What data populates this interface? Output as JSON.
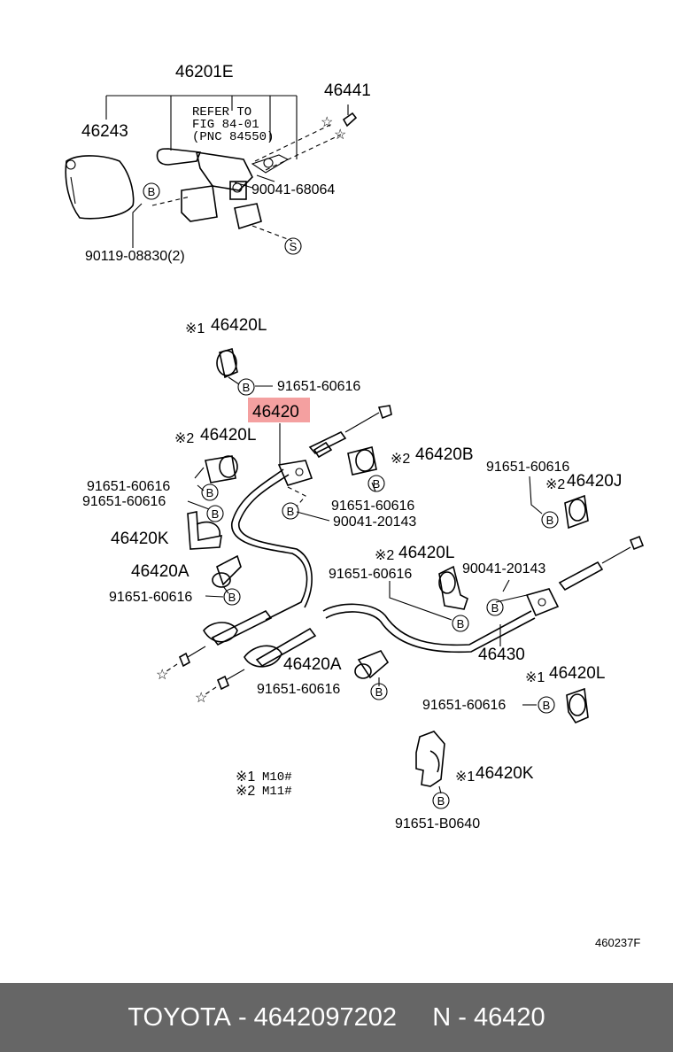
{
  "parts": {
    "p46201E": "46201E",
    "p46441": "46441",
    "p46243": "46243",
    "refer1": "REFER TO",
    "refer2": "FIG 84-01",
    "refer3": "(PNC 84550)",
    "p90041_68064": "90041-68064",
    "p90119": "90119-08830(2)",
    "p46420L_top": "46420L",
    "p91651_a": "91651-60616",
    "p46420": "46420",
    "p46420L_2": "46420L",
    "p46420B": "46420B",
    "p91651_r": "91651-60616",
    "p46420J": "46420J",
    "p91651_l1": "91651-60616",
    "p91651_l2": "91651-60616",
    "p91651_b": "91651-60616",
    "p90041_20143a": "90041-20143",
    "p46420K_l": "46420K",
    "p46420L_mid": "46420L",
    "p90041_20143b": "90041-20143",
    "p46420A_l": "46420A",
    "p91651_m": "91651-60616",
    "p91651_l3": "91651-60616",
    "p46430": "46430",
    "p46420A_m": "46420A",
    "p91651_m2": "91651-60616",
    "p46420L_r": "46420L",
    "p91651_r2": "91651-60616",
    "p46420K_r": "46420K",
    "p91651_B0640": "91651-B0640",
    "note1": "M10#",
    "note2": "M11#",
    "code": "460237F"
  },
  "markers": {
    "ref1": "※1",
    "ref2": "※2",
    "bolt": "B",
    "screw": "S"
  },
  "highlight": {
    "part": "46420",
    "color": "#f4a0a0"
  },
  "footer": {
    "brand": "TOYOTA",
    "sep": " - ",
    "part_number": "4642097202",
    "gap": "     ",
    "n_label": "N",
    "sep2": " - ",
    "n_value": "46420",
    "background": "#666666"
  }
}
